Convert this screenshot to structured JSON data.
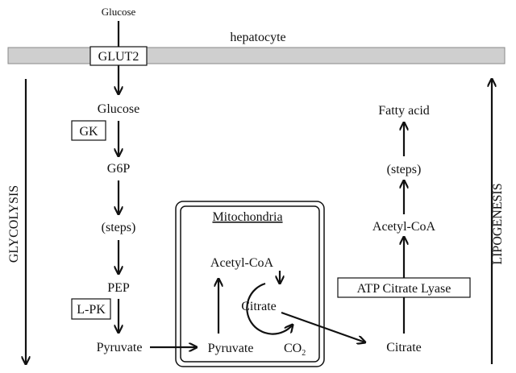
{
  "membrane": {
    "label": "hepatocyte",
    "color": "#cfcfcf"
  },
  "transporter": "GLUT2",
  "glucose_outside": "Glucose",
  "glycolysis": {
    "side_label": "GLYCOLYSIS",
    "glucose": "Glucose",
    "gk": "GK",
    "g6p": "G6P",
    "steps": "(steps)",
    "pep": "PEP",
    "lpk": "L-PK",
    "pyruvate": "Pyruvate"
  },
  "mitochondria": {
    "title": "Mitochondria",
    "acetyl_coa": "Acetyl-CoA",
    "citrate": "Citrate",
    "co2": "CO",
    "co2_sub": "2",
    "pyruvate": "Pyruvate"
  },
  "lipogenesis": {
    "side_label": "LIPOGENESIS",
    "fatty_acid": "Fatty acid",
    "steps": "(steps)",
    "acetyl_coa": "Acetyl-CoA",
    "enzyme": "ATP Citrate Lyase",
    "citrate": "Citrate"
  }
}
